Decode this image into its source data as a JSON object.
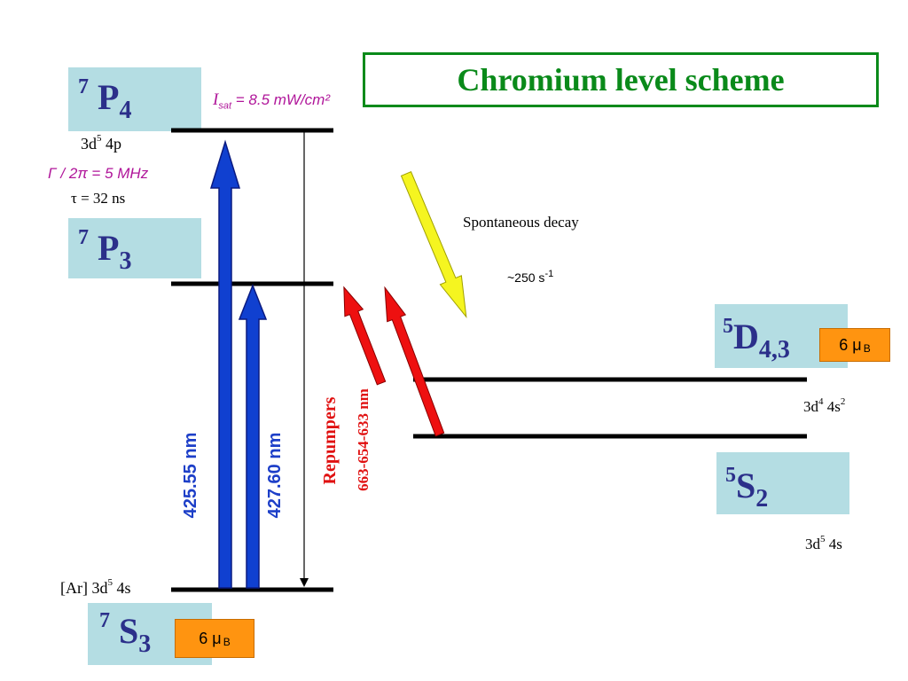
{
  "title": "Chromium level scheme",
  "levels": {
    "p4": {
      "term_sup": "7",
      "term_letter": "P",
      "term_sub": "4",
      "config_main": "3d",
      "config_sup": "5",
      "config_rest": " 4p"
    },
    "p3": {
      "term_sup": "7",
      "term_letter": "P",
      "term_sub": "3"
    },
    "s3": {
      "term_sup": "7",
      "term_letter": "S",
      "term_sub": "3",
      "config_main": "[Ar] 3d",
      "config_sup": "5",
      "config_rest": " 4s",
      "moment_value": "6 μ",
      "moment_sub": "B"
    },
    "d43": {
      "term_sup": "5",
      "term_letter": "D",
      "term_sub": "4,3",
      "config_main": "3d",
      "config_sup": "4",
      "config_rest": " 4s",
      "config_sup2": "2",
      "moment_value": "6 μ",
      "moment_sub": "B"
    },
    "s2": {
      "term_sup": "5",
      "term_letter": "S",
      "term_sub": "2",
      "config_main": "3d",
      "config_sup": "5",
      "config_rest": " 4s"
    }
  },
  "annotations": {
    "isat_symbol": "I",
    "isat_sub": "sat",
    "isat_rest": " = 8.5 mW/cm²",
    "linewidth": "Γ / 2π = 5 MHz",
    "lifetime": "τ = 32 ns",
    "spontaneous_decay": "Spontaneous decay",
    "decay_rate_main": "~250 s",
    "decay_rate_sup": "-1"
  },
  "transitions": {
    "blue1_label": "425.55 nm",
    "blue2_label": "427.60 nm",
    "repumpers_label": "Repumpers",
    "repumpers_wavelengths": "663-654-633 nm"
  },
  "colors": {
    "term_box": "#b4dde3",
    "term_text": "#2b2f8a",
    "title_green": "#0a8a1a",
    "blue_arrow": "#1040d0",
    "red_arrow": "#ee1010",
    "yellow_arrow": "#f5f520",
    "magenta": "#b0169a",
    "moment_orange": "#ff9410"
  }
}
